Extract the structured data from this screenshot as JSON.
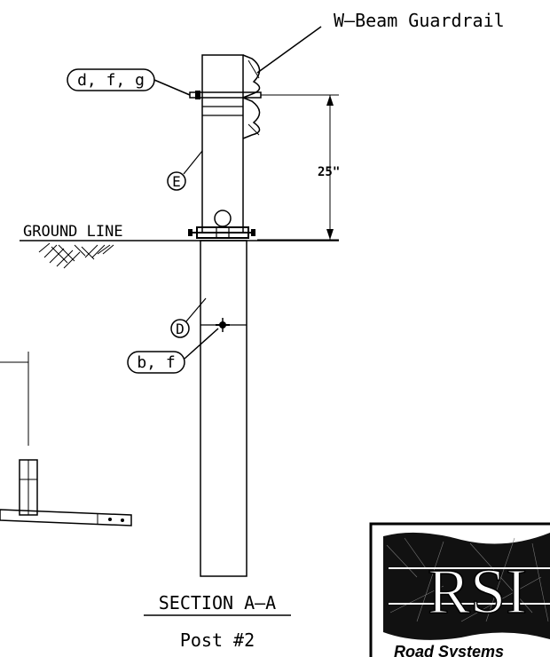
{
  "drawing": {
    "callout_guardrail": "W—Beam Guardrail",
    "callout_dfg": "d, f, g",
    "callout_bf": "b, f",
    "label_e": "E",
    "label_d": "D",
    "dimension_height": "25\"",
    "ground_line": "GROUND LINE",
    "section_title": "SECTION A—A",
    "post_label": "Post #2"
  },
  "logo": {
    "letters": "RSI",
    "subtitle": "Road Systems"
  },
  "colors": {
    "line": "#000000",
    "background": "#ffffff"
  }
}
